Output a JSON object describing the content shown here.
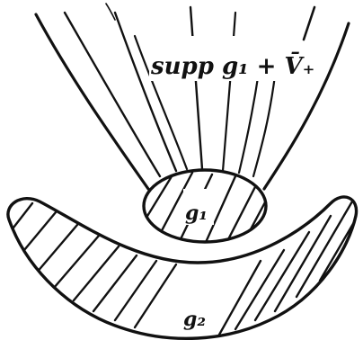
{
  "labels": {
    "upper_region": "supp g₁ + V̄₊",
    "ellipse_region": "g₁",
    "lower_region": "g₂"
  },
  "colors": {
    "ink": "#111111",
    "paper": "#ffffff"
  }
}
